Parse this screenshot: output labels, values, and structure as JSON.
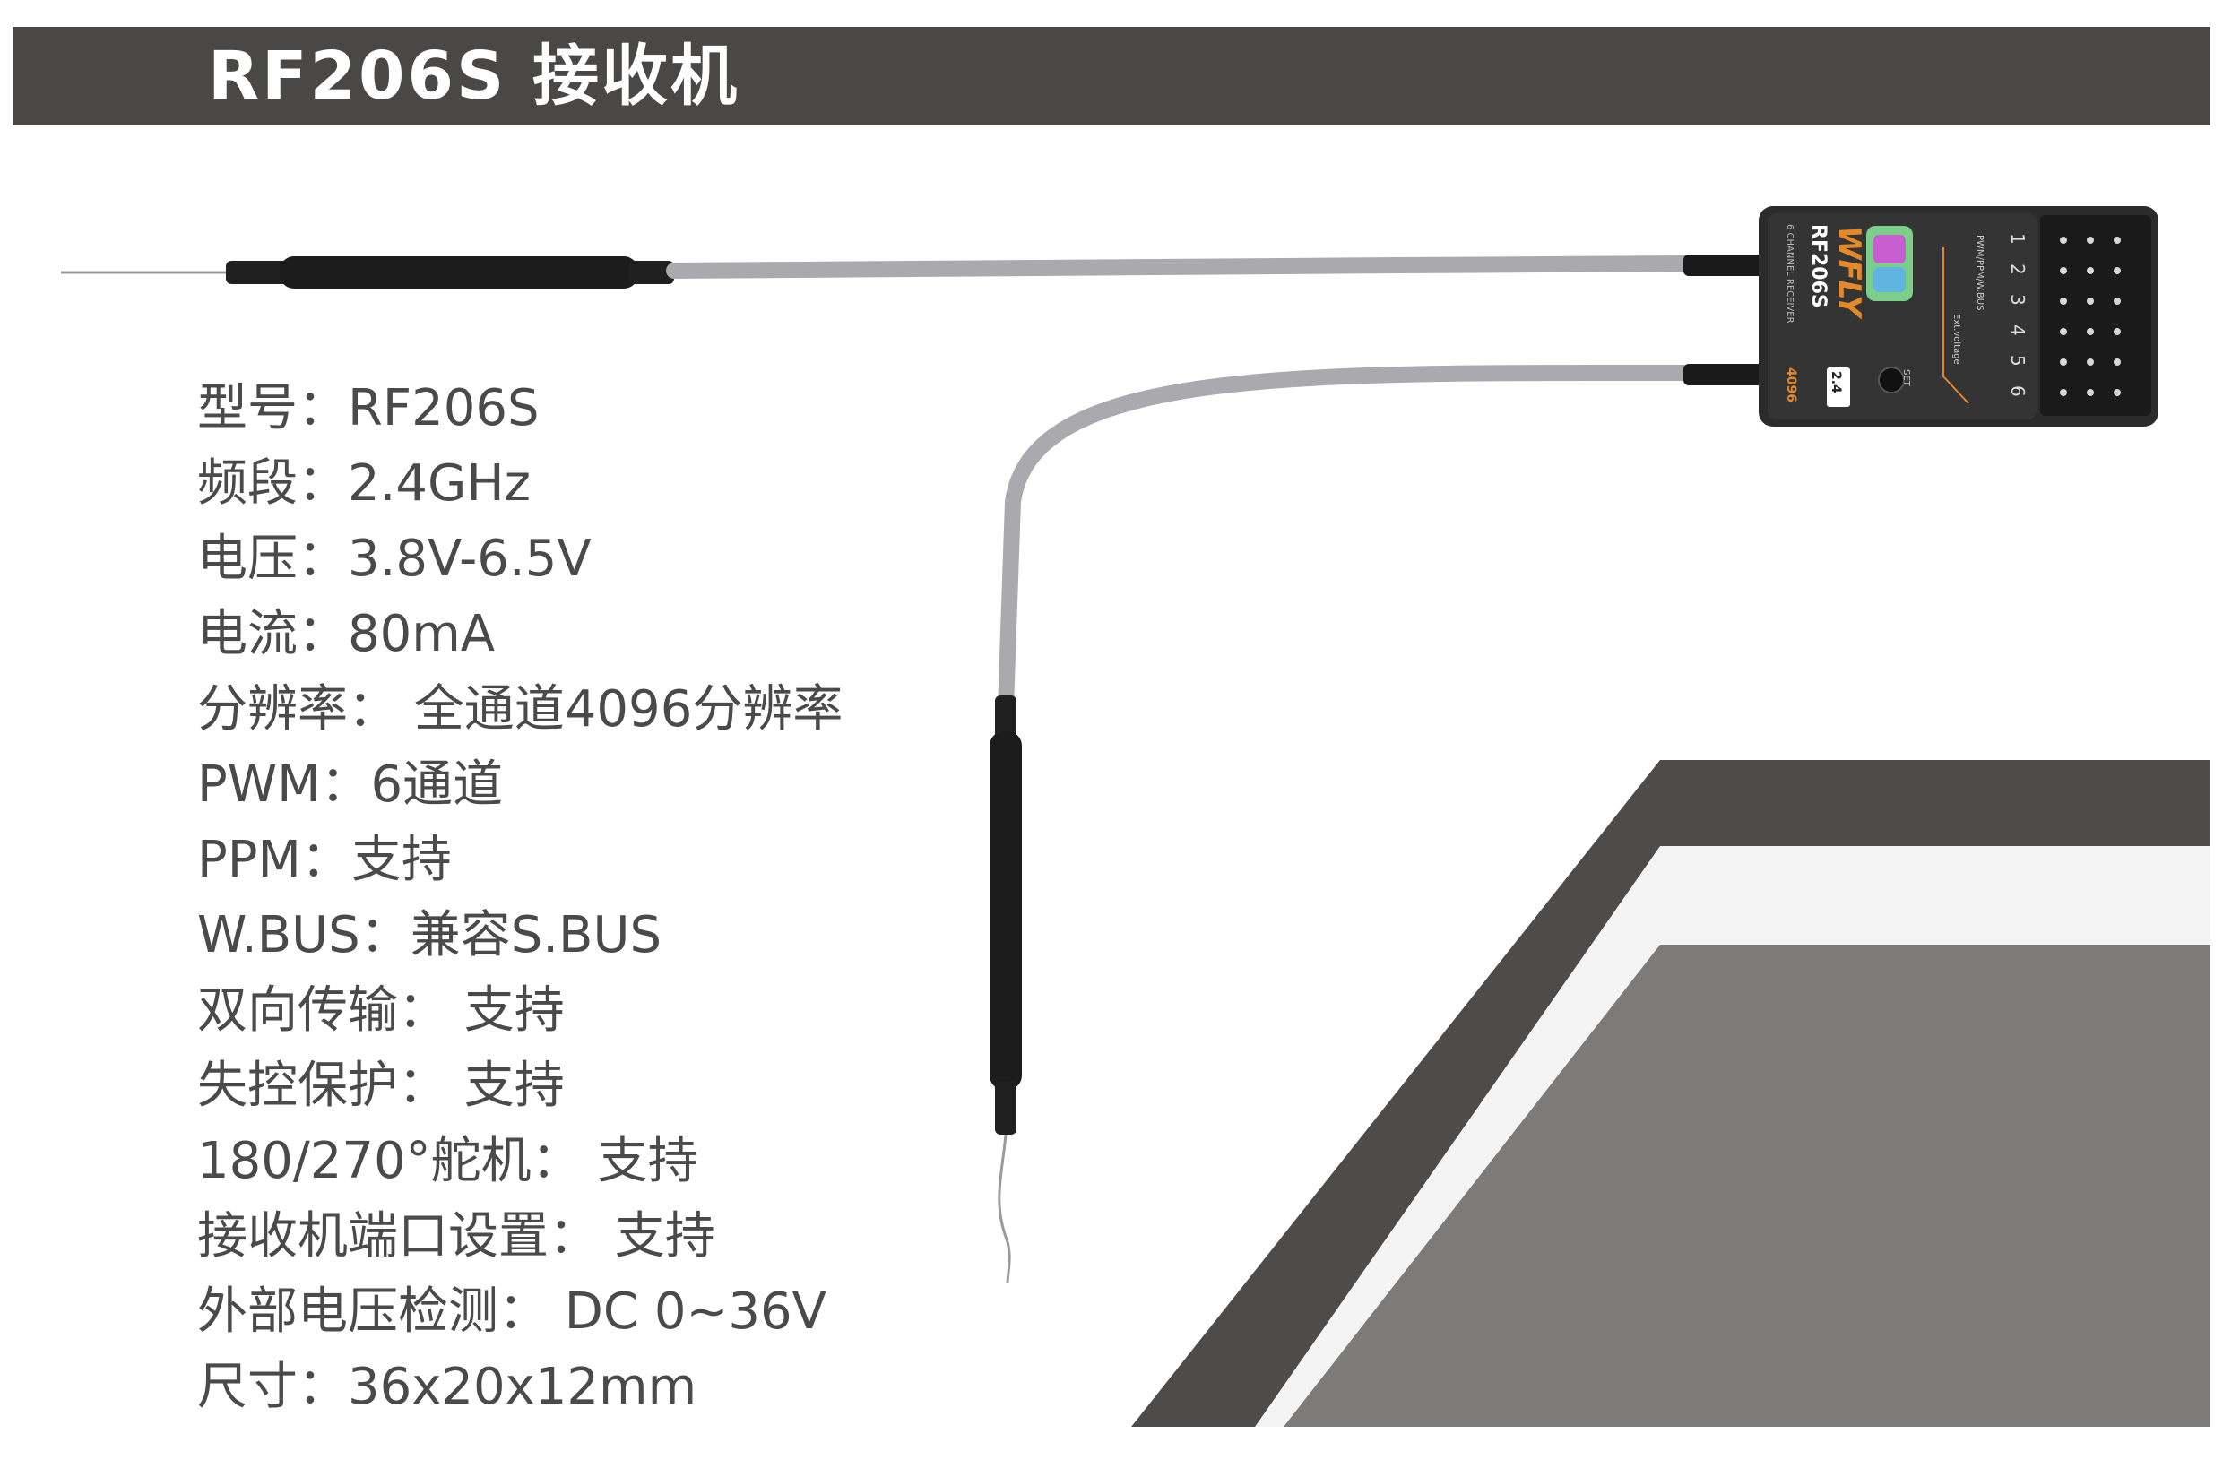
{
  "header": {
    "title": "RF206S 接收机"
  },
  "specs": [
    {
      "text": "型号：RF206S"
    },
    {
      "text": "频段：2.4GHz"
    },
    {
      "text": "电压：3.8V-6.5V"
    },
    {
      "text": "电流：80mA"
    },
    {
      "text": "分辨率： 全通道4096分辨率"
    },
    {
      "text": "PWM：6通道"
    },
    {
      "text": "PPM：支持"
    },
    {
      "text": "W.BUS：兼容S.BUS"
    },
    {
      "text": "双向传输： 支持"
    },
    {
      "text": "失控保护： 支持"
    },
    {
      "text": "180/270°舵机： 支持"
    },
    {
      "text": "接收机端口设置： 支持"
    },
    {
      "text": "外部电压检测： DC 0~36V"
    },
    {
      "text": "尺寸：36x20x12mm"
    }
  ],
  "receiver": {
    "brand": "WFLY",
    "model": "RF206S",
    "subtitle": "6 CHANNEL RECEIVER",
    "resolution": "4096",
    "channels": [
      "1",
      "2",
      "3",
      "4",
      "5",
      "6"
    ],
    "port_label": "PWM/PPM/W.BUS",
    "ext_label": "Ext.voltage",
    "set_label": "SET",
    "band_badge": "2.4"
  },
  "colors": {
    "header_bg": "#4a4847",
    "dark_panel": "#4e4c4b",
    "light_panel": "#f4f4f4",
    "gray_panel": "#7d7b7a",
    "cable": "#a9a9ae",
    "accent": "#e3892a"
  }
}
